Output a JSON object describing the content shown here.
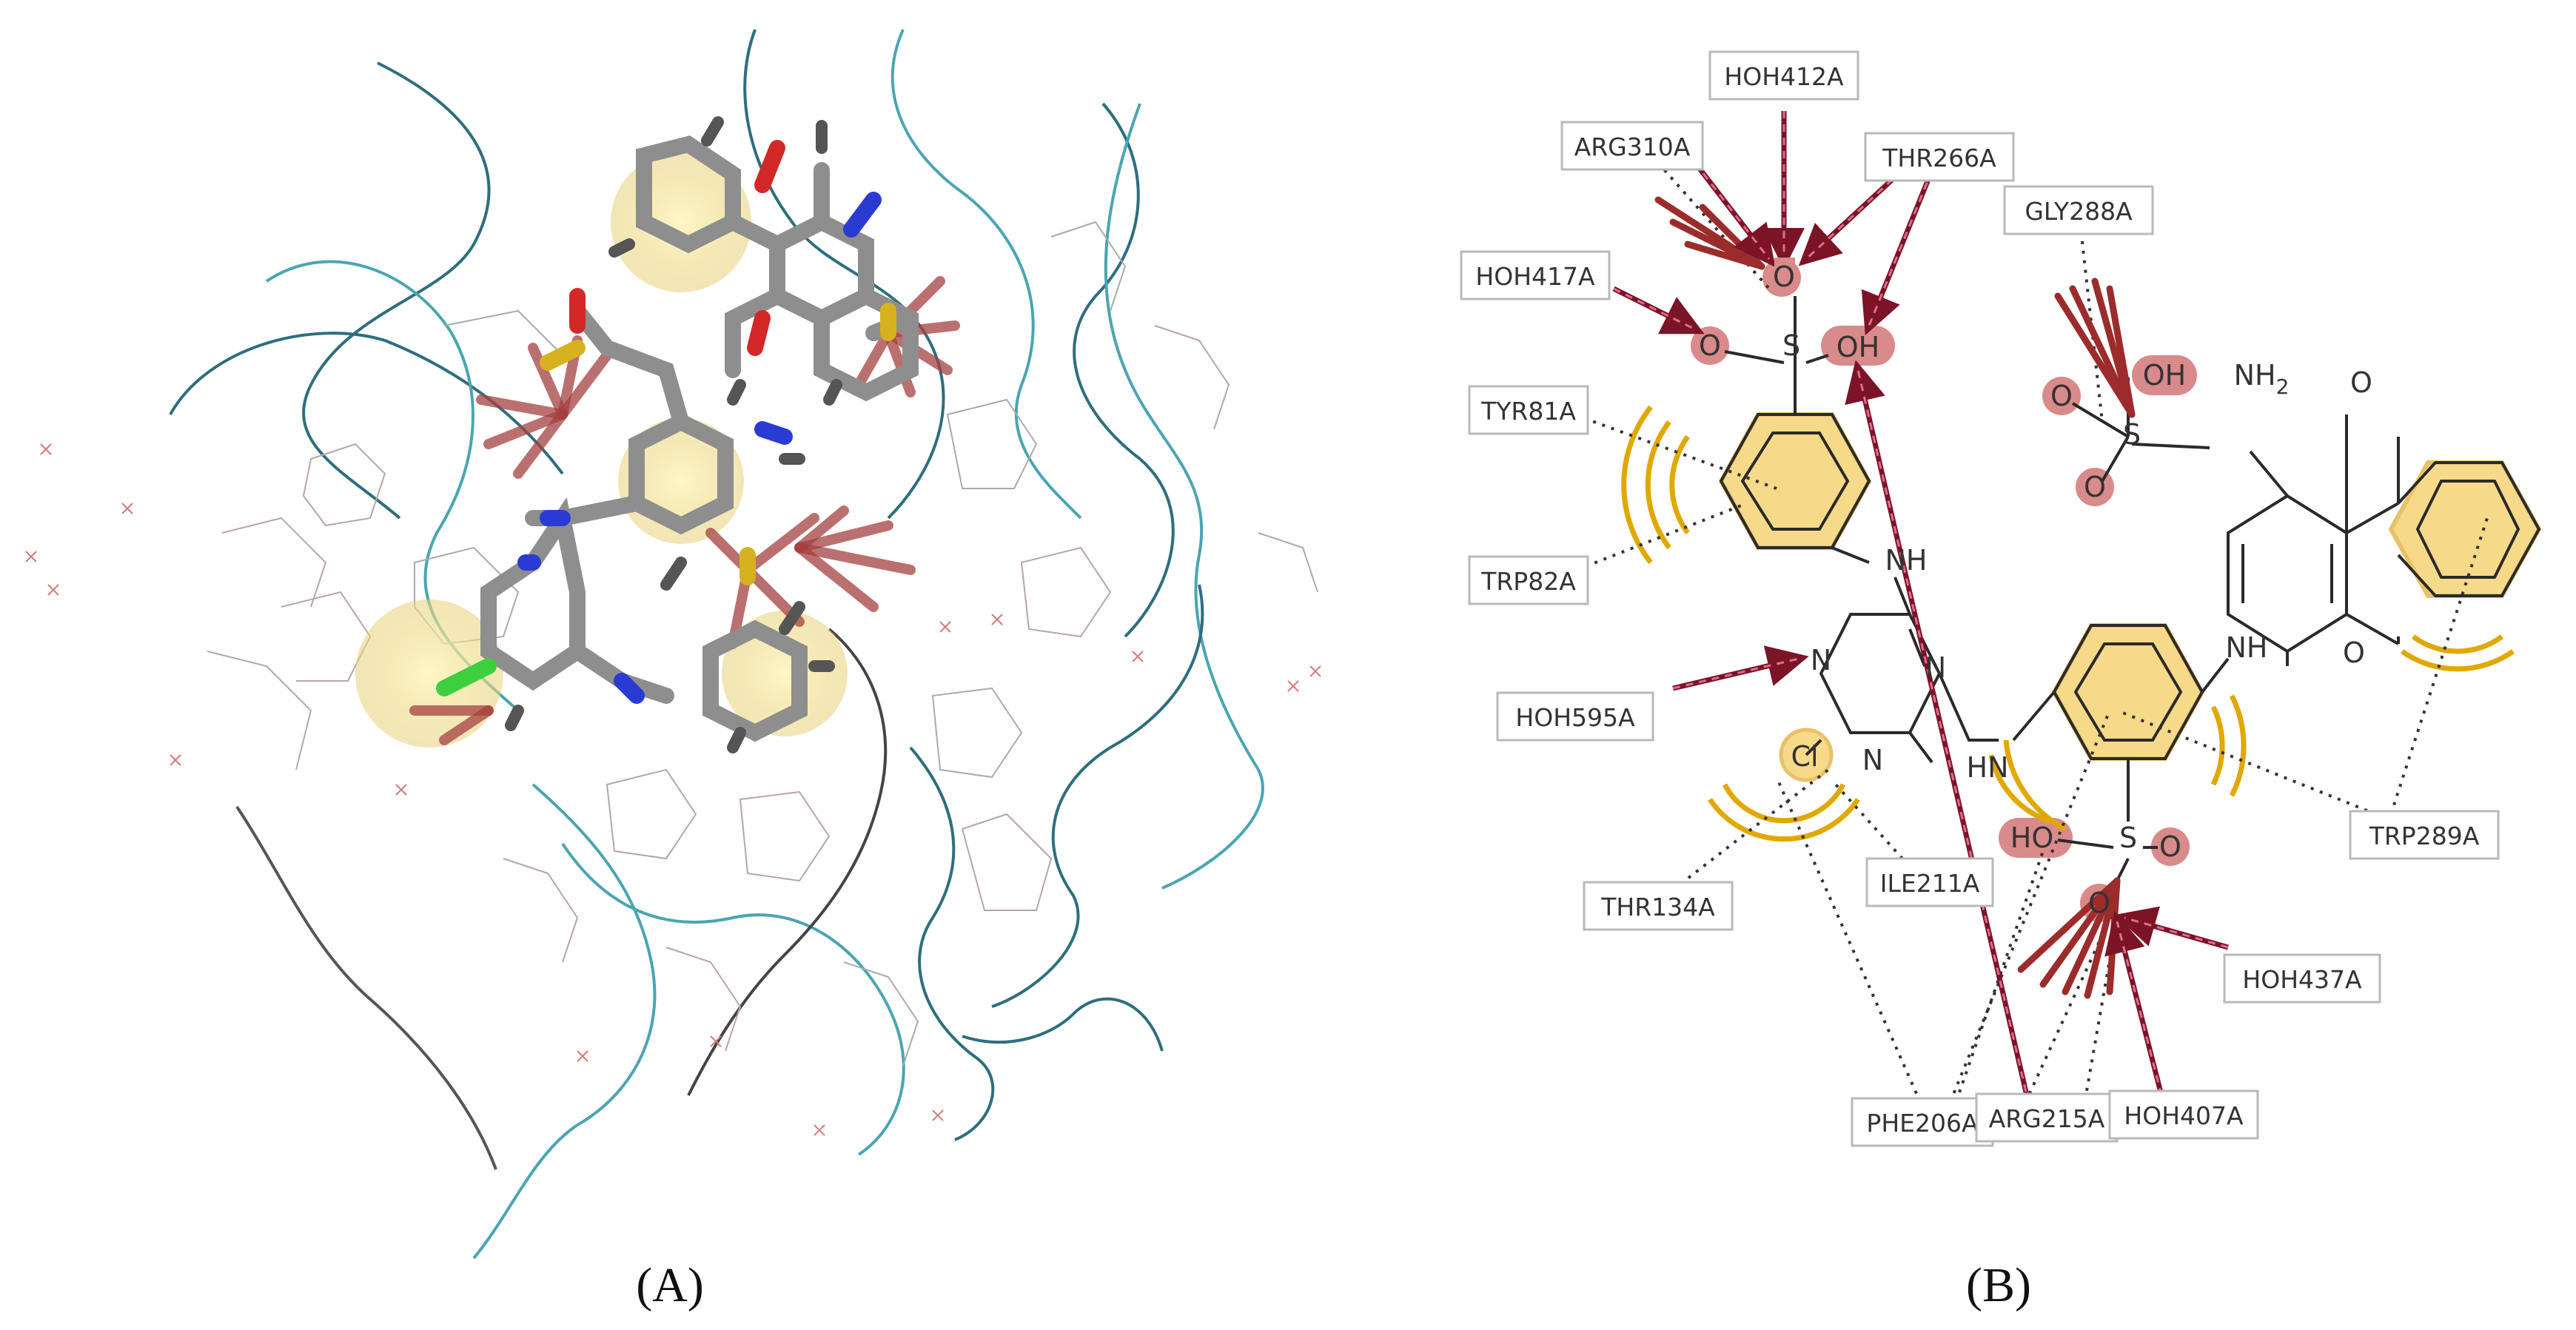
{
  "panel_a": {
    "label": "(A)"
  },
  "panel_b": {
    "label": "(B)",
    "residues": [
      "HOH412A",
      "ARG310A",
      "THR266A",
      "GLY288A",
      "HOH417A",
      "TYR81A",
      "TRP82A",
      "HOH595A",
      "THR134A",
      "ILE211A",
      "TRP289A",
      "HOH437A",
      "PHE206A",
      "ARG215A",
      "HOH407A"
    ],
    "atoms": {
      "o_top": "O",
      "o_left": "O",
      "s_main": "S",
      "oh_right": "OH",
      "nh_upper": "NH",
      "n_triazine_left": "N",
      "n_triazine_right": "N",
      "n_triazine_bottom": "N",
      "cl": "Cl",
      "hn": "HN",
      "ho": "HO",
      "s_lower": "S",
      "o_lower_right": "O",
      "o_lower_bottom": "O",
      "s_top_right": "S",
      "o_sr_left": "O",
      "o_sr_bottom": "O",
      "oh_sr": "OH",
      "nh2": "NH",
      "nh2_sub": "2",
      "o_quinone_top": "O",
      "nh_right": "NH",
      "o_quinone_bottom": "O"
    },
    "colors": {
      "hbond": "#7b1427",
      "hydrophobic": "#e1a800",
      "ring_fill": "#f7d98a",
      "polar_highlight": "#d98a8a"
    }
  }
}
